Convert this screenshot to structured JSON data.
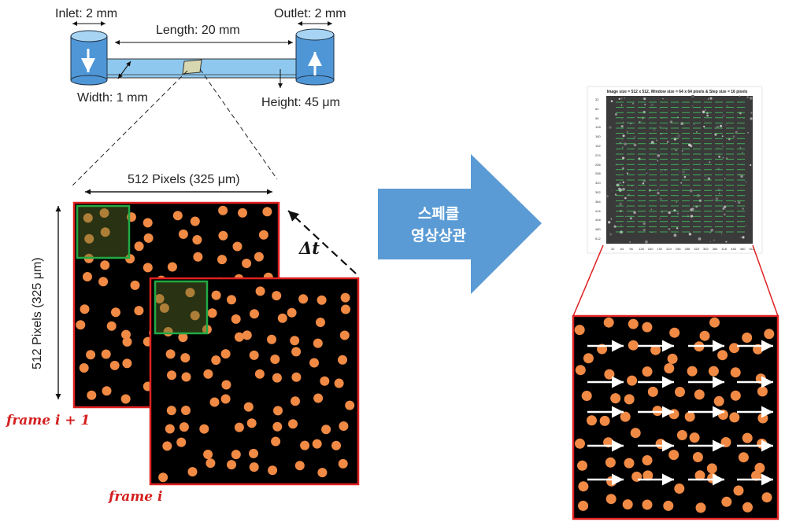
{
  "device": {
    "inlet_label": "Inlet: 2 mm",
    "outlet_label": "Outlet: 2 mm",
    "length_label": "Length: 20 mm",
    "width_label": "Width: 1 mm",
    "height_label": "Height: 45 μm"
  },
  "frames": {
    "width_label": "512 Pixels (325 μm)",
    "height_label": "512 Pixels (325 μm)",
    "delta_t": "Δt",
    "frame_next": "frame i + 1",
    "frame_current": "frame i"
  },
  "process_arrow": {
    "line1": "스페클",
    "line2": "영상상관"
  },
  "piv_plot": {
    "title": "Image size = 512 x 512, Window size = 64 x 64 pixels & Step size = 16 pixels",
    "y_ticks": [
      "32",
      "64",
      "96",
      "128",
      "160",
      "192",
      "224",
      "256",
      "288",
      "320",
      "352",
      "384",
      "416",
      "448",
      "480",
      "512"
    ],
    "x_ticks": [
      "32",
      "64",
      "96",
      "128",
      "160",
      "192",
      "224",
      "256",
      "288",
      "320",
      "352",
      "384",
      "416",
      "448",
      "480",
      "512"
    ]
  },
  "colors": {
    "particle": "#f08a44",
    "frame_border": "#e02020",
    "window": "#22aa44",
    "arrow_fill": "#5b9bd5",
    "channel": "#8ec8ee",
    "vector": "#44dd66"
  }
}
